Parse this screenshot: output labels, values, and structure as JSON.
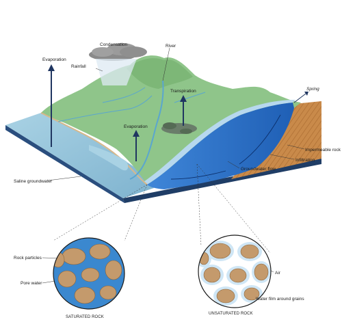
{
  "labels": {
    "condensation": "Condensation",
    "rainfall": "Rainfall",
    "evaporation_left": "Evaporation",
    "river": "River",
    "transpiration": "Transpiration",
    "evaporation_center": "Evaporation",
    "spring": "Spring",
    "impermeable_rock": "Impermeable rock",
    "infiltration": "Infiltration",
    "groundwater_flow": "Groundwater flow",
    "saline_groundwater": "Saline groundwater",
    "rock_particles": "Rock particles",
    "pore_water": "Pore water",
    "air": "Air",
    "water_film": "Water film around grains"
  },
  "captions": {
    "saturated": "SATURATED ROCK",
    "unsaturated": "UNSATURATED ROCK"
  },
  "colors": {
    "sea": "#8fc0d8",
    "land": "#8fc58a",
    "groundwater": "#2b6fc9",
    "rock": "#c98a4a",
    "grain": "#c49a6c",
    "cloud": "#8a8a8a",
    "arrow": "#1f3560",
    "slab_side": "#2a4e7e"
  }
}
